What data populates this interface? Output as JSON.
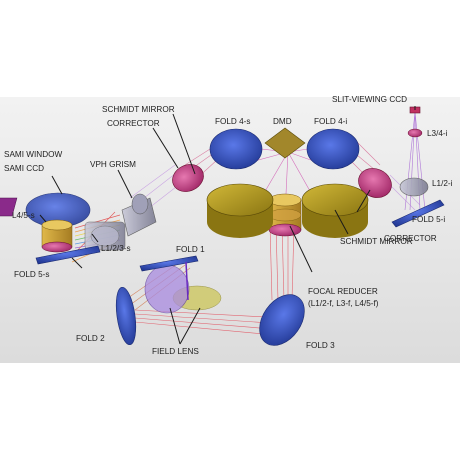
{
  "colors": {
    "background": "#ffffff",
    "panel": "#e8e8e8",
    "mirror_blue": "#2f4fc8",
    "mirror_dark": "#1f3590",
    "schmidt_olive": "#b19a1c",
    "dmd_gold": "#a2872b",
    "corrector_magenta": "#c4307a",
    "lens_gold": "#c9a23c",
    "beam_red": "#e23a4a",
    "beam_violet": "#8a3ad0"
  },
  "labels": {
    "slit_viewing_ccd": "SLIT-VIEWING CCD",
    "l34_i": "L3/4-i",
    "l12_i": "L1/2-i",
    "fold5_i": "FOLD 5-i",
    "corrector_right": "CORRECTOR",
    "schmidt_mirror_right": "SCHMIDT MIRROR",
    "focal_reducer": "FOCAL REDUCER",
    "focal_reducer_detail": "(L1/2-f, L3-f, L4/5-f)",
    "dmd": "DMD",
    "fold4_s": "FOLD 4-s",
    "fold4_i": "FOLD 4-i",
    "schmidt_mirror_left": "SCHMIDT MIRROR",
    "corrector_left": "CORRECTOR",
    "vph_grism": "VPH GRISM",
    "sami_window": "SAMI WINDOW",
    "sami_ccd": "SAMI CCD",
    "l45_s": "L4/5-s",
    "l123_s": "L1/2/3-s",
    "fold5_s": "FOLD 5-s",
    "fold1": "FOLD 1",
    "fold2": "FOLD 2",
    "field_lens": "FIELD LENS",
    "fold3": "FOLD 3"
  }
}
